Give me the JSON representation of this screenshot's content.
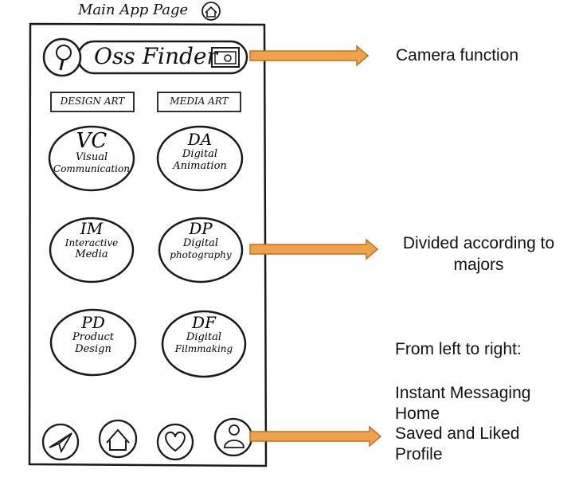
{
  "header": {
    "title": "Main App Page",
    "home_icon": "house-icon"
  },
  "search_bar": {
    "text": "Oss Finder",
    "search_icon": "magnifier-icon",
    "camera_icon": "camera-icon"
  },
  "categories": {
    "left": "DESIGN ART",
    "right": "MEDIA ART"
  },
  "majors": [
    {
      "abbr": "VC",
      "line1": "Visual",
      "line2": "Communication"
    },
    {
      "abbr": "DA",
      "line1": "Digital",
      "line2": "Animation"
    },
    {
      "abbr": "IM",
      "line1": "Interactive",
      "line2": "Media"
    },
    {
      "abbr": "DP",
      "line1": "Digital",
      "line2": "photography"
    },
    {
      "abbr": "PD",
      "line1": "Product",
      "line2": "Design"
    },
    {
      "abbr": "DF",
      "line1": "Digital",
      "line2": "Filmmaking"
    }
  ],
  "bottom_nav": [
    "paper-plane-icon",
    "house-icon",
    "heart-icon",
    "profile-icon"
  ],
  "annotations": {
    "camera": "Camera function",
    "majors_line1": "Divided according to",
    "majors_line2": "majors",
    "nav_title": "From left to right:",
    "nav_items": [
      "Instant Messaging",
      "Home",
      "Saved and Liked",
      "Profile"
    ]
  },
  "colors": {
    "arrow_fill": "#F0A24A",
    "arrow_stroke": "#C07020",
    "ink": "#1a1a1a"
  }
}
